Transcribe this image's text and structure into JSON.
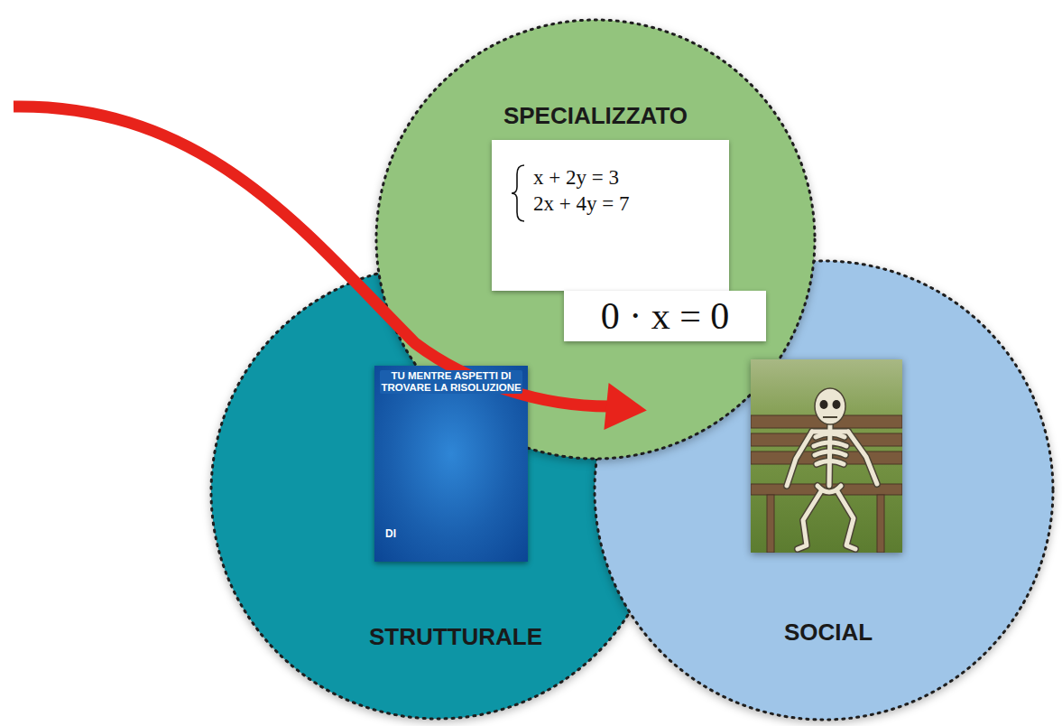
{
  "diagram": {
    "nodes": [
      {
        "text": [
          "SPECIALIZZATO"
        ]
      },
      {
        "text": [
          "x + 2y = 3",
          "2x + 4y = 7"
        ],
        "in": 0
      },
      {
        "text": [
          "0 · x = 0"
        ],
        "in": 0
      },
      {
        "text": [
          "STRUTTURALE"
        ]
      },
      {
        "text": [
          "TU MENTRE ASPETTI DI TROVARE LA RISOLUZIONE",
          "DI"
        ],
        "in": 3
      },
      {
        "text": [
          "SOCIAL"
        ]
      }
    ]
  }
}
